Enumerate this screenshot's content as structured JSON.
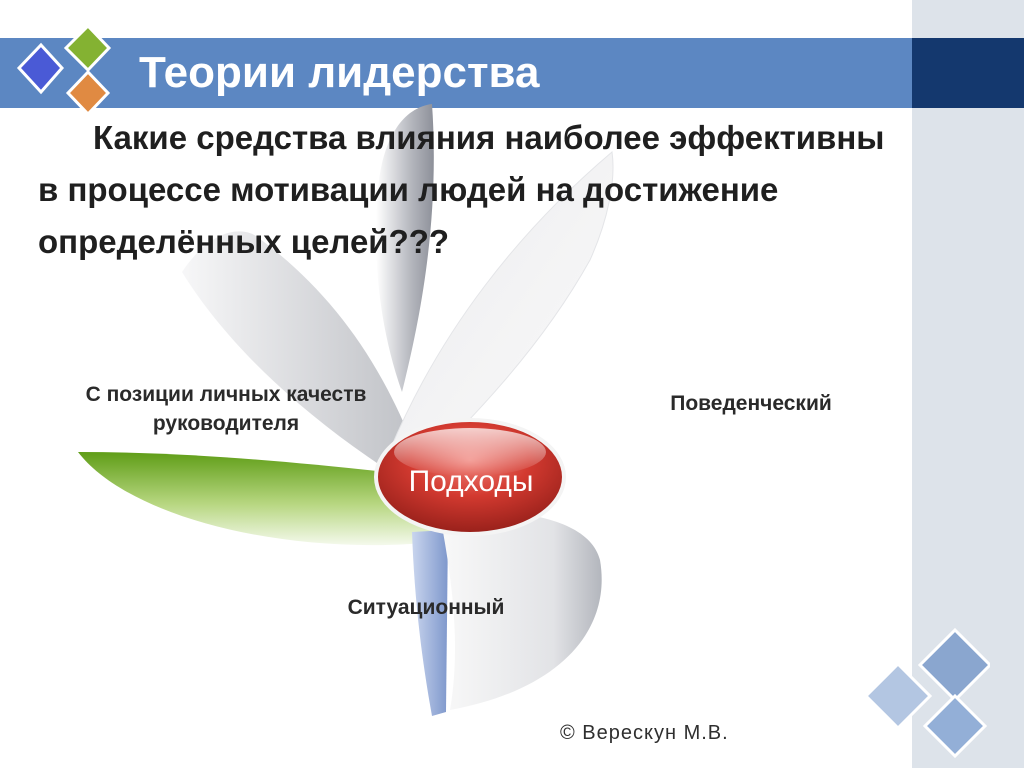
{
  "slide": {
    "title": "Теории лидерства",
    "question": "Какие средства влияния наиболее эффективны в процессе мотивации людей на достижение определённых целей???",
    "copyright": "© Верескун М.В."
  },
  "diagram": {
    "center_label": "Подходы",
    "approaches": [
      {
        "label": "С позиции личных качеств руководителя",
        "color": "#6aa421"
      },
      {
        "label": "Поведенческий",
        "color": "#c4c6cc"
      },
      {
        "label": "Ситуационный",
        "color": "#93a8d6"
      }
    ]
  },
  "colors": {
    "title_band": "#5c87c2",
    "title_band_dark": "#14386e",
    "side_panel": "#dde3ea",
    "hub": "#c7322c",
    "deco_blue": "#4a5ad6",
    "deco_green": "#84b232",
    "deco_orange": "#e08a42",
    "deco_pale": "#9fb7d8"
  }
}
